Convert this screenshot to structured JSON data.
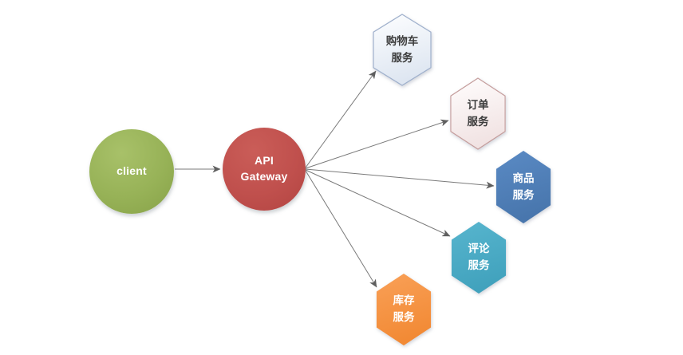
{
  "nodes": {
    "client": {
      "label": "client",
      "shape": "circle",
      "fill": "#9bbb59"
    },
    "gateway": {
      "lines": [
        "API",
        "Gateway"
      ],
      "shape": "circle",
      "fill": "#c0504d"
    },
    "cart": {
      "lines": [
        "购物车",
        "服务"
      ],
      "shape": "hexagon",
      "fill": "#edf1f8",
      "stroke": "#9fb0cc"
    },
    "order": {
      "lines": [
        "订单",
        "服务"
      ],
      "shape": "hexagon",
      "fill": "#f4e8e8",
      "stroke": "#c59d9c"
    },
    "product": {
      "lines": [
        "商品",
        "服务"
      ],
      "shape": "hexagon",
      "fill": "#4f81bd"
    },
    "review": {
      "lines": [
        "评论",
        "服务"
      ],
      "shape": "hexagon",
      "fill": "#4bacc6"
    },
    "inventory": {
      "lines": [
        "库存",
        "服务"
      ],
      "shape": "hexagon",
      "fill": "#f79646"
    }
  },
  "edges": [
    {
      "from": "client",
      "to": "gateway"
    },
    {
      "from": "gateway",
      "to": "cart"
    },
    {
      "from": "gateway",
      "to": "order"
    },
    {
      "from": "gateway",
      "to": "product"
    },
    {
      "from": "gateway",
      "to": "review"
    },
    {
      "from": "gateway",
      "to": "inventory"
    }
  ],
  "colors": {
    "edge": "#7a7a7a",
    "arrowhead": "#5f5f5f"
  }
}
